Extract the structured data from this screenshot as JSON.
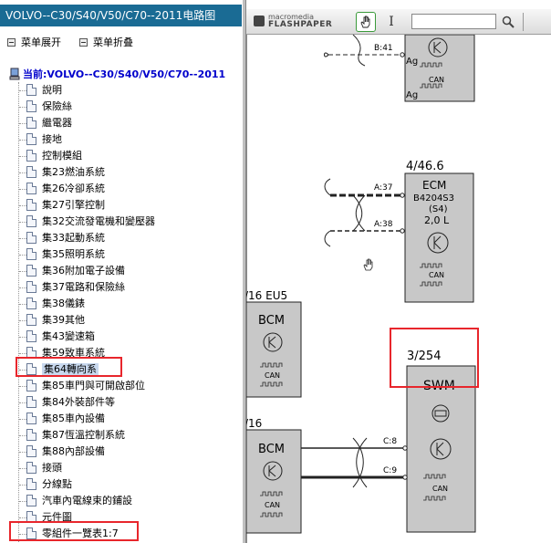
{
  "window": {
    "title": "VOLVO--C30/S40/V50/C70--2011电路图"
  },
  "toolbar": {
    "expand_label": "菜单展开",
    "collapse_label": "菜单折叠"
  },
  "tree": {
    "root_label": "当前:VOLVO--C30/S40/V50/C70--2011",
    "items": [
      {
        "label": "說明"
      },
      {
        "label": "保險絲"
      },
      {
        "label": "繼電器"
      },
      {
        "label": "接地"
      },
      {
        "label": "控制模組"
      },
      {
        "label": "集23燃油系統"
      },
      {
        "label": "集26冷卻系統"
      },
      {
        "label": "集27引擎控制"
      },
      {
        "label": "集32交流發電機和變壓器"
      },
      {
        "label": "集33起動系統"
      },
      {
        "label": "集35照明系統"
      },
      {
        "label": "集36附加電子設備"
      },
      {
        "label": "集37電路和保險絲"
      },
      {
        "label": "集38儀錶"
      },
      {
        "label": "集39其他"
      },
      {
        "label": "集43變速箱"
      },
      {
        "label": "集59致車系統"
      },
      {
        "label": "集64轉向系",
        "selected": true
      },
      {
        "label": "集85車門與可開啟部位"
      },
      {
        "label": "集84外裝部件等"
      },
      {
        "label": "集85車內設備"
      },
      {
        "label": "集87恆溫控制系統"
      },
      {
        "label": "集88內部設備"
      },
      {
        "label": "接頭"
      },
      {
        "label": "分線點"
      },
      {
        "label": "汽車內電線束的鋪設"
      },
      {
        "label": "元件圖"
      },
      {
        "label": "零組件一覽表1:7"
      }
    ]
  },
  "flashpaper": {
    "brand_small": "macromedia",
    "brand_big": "FLASHPAPER",
    "search_value": "",
    "icons": {
      "hand": "hand-icon",
      "text": "text-select-icon",
      "search": "magnifier-icon"
    }
  },
  "diagram": {
    "top_conn_label": "B:41",
    "top_ag1": "Ag",
    "top_ag2": "Ag",
    "top_can": "CAN",
    "ecm_ref": "4/46.6",
    "ecm_name": "ECM",
    "ecm_line2": "B4204S3",
    "ecm_line3": "(S4)",
    "ecm_line4": "2,0 L",
    "ecm_can": "CAN",
    "ecm_a37": "A:37",
    "ecm_a38": "A:38",
    "bcm1_ref": "/16 EU5",
    "bcm1_name": "BCM",
    "bcm1_can": "CAN",
    "swm_ref": "3/254",
    "swm_name": "SWM",
    "swm_can": "CAN",
    "bcm2_ref": "/16",
    "bcm2_name": "BCM",
    "bcm2_can": "CAN",
    "c8": "C:8",
    "c9": "C:9"
  }
}
